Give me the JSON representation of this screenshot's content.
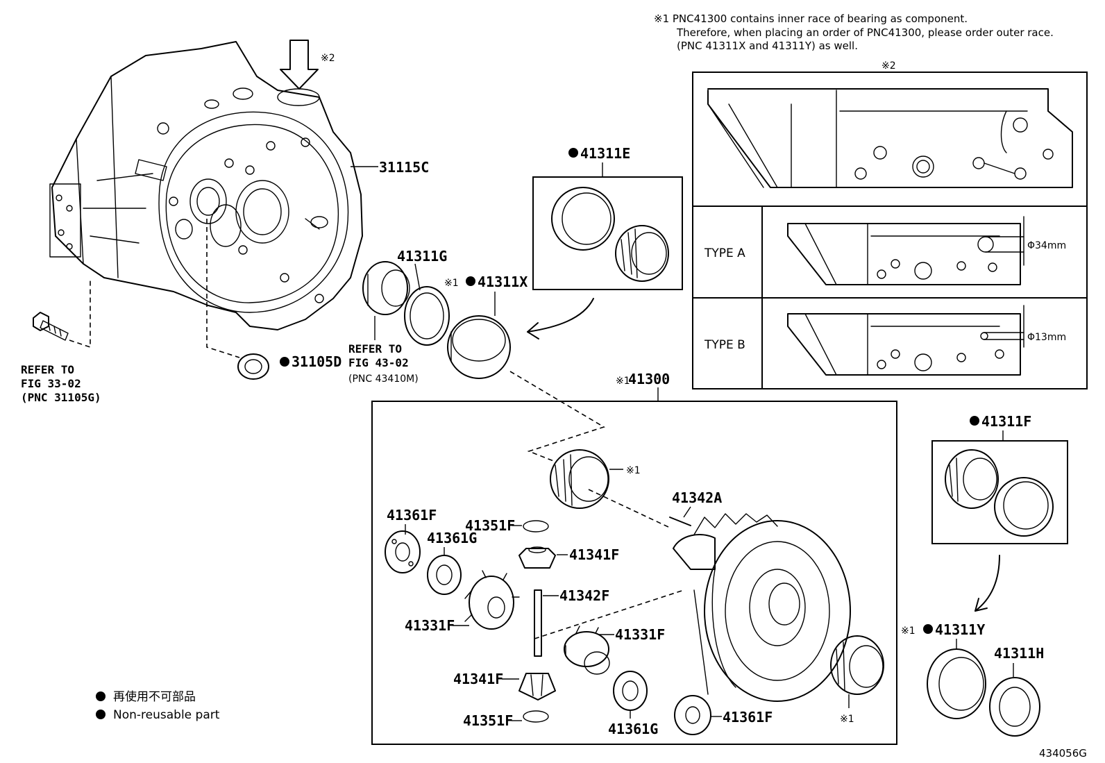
{
  "notes": {
    "note1_line1": "※1 PNC41300 contains inner race of bearing as component.",
    "note1_line2": "Therefore, when placing an order of PNC41300, please order outer race.",
    "note1_line3": "(PNC 41311X and 41311Y) as well.",
    "mark2": "※2",
    "mark1": "※1"
  },
  "detail_box": {
    "title": "※2",
    "type_a": "TYPE A",
    "type_b": "TYPE B",
    "dim_a": "Φ34mm",
    "dim_b": "Φ13mm"
  },
  "parts": {
    "p31115C": "31115C",
    "p31105D": "31105D",
    "p41311G": "41311G",
    "p41311E": "41311E",
    "p41311X": "41311X",
    "p41300": "41300",
    "p41342A": "41342A",
    "p41361F_a": "41361F",
    "p41361G_a": "41361G",
    "p41351F_a": "41351F",
    "p41341F_a": "41341F",
    "p41342F": "41342F",
    "p41331F_a": "41331F",
    "p41331F_b": "41331F",
    "p41341F_b": "41341F",
    "p41351F_b": "41351F",
    "p41361G_b": "41361G",
    "p41361F_b": "41361F",
    "p41311F": "41311F",
    "p41311Y": "41311Y",
    "p41311H": "41311H"
  },
  "refs": {
    "ref1_line1": "REFER TO",
    "ref1_line2": "FIG 33-02",
    "ref1_line3": "(PNC 31105G)",
    "ref2_line1": "REFER TO",
    "ref2_line2": "FIG 43-02",
    "ref2_line3": "(PNC 43410M)"
  },
  "legend": {
    "jp": "再使用不可部品",
    "en": "Non-reusable part"
  },
  "figure_id": "434056G"
}
